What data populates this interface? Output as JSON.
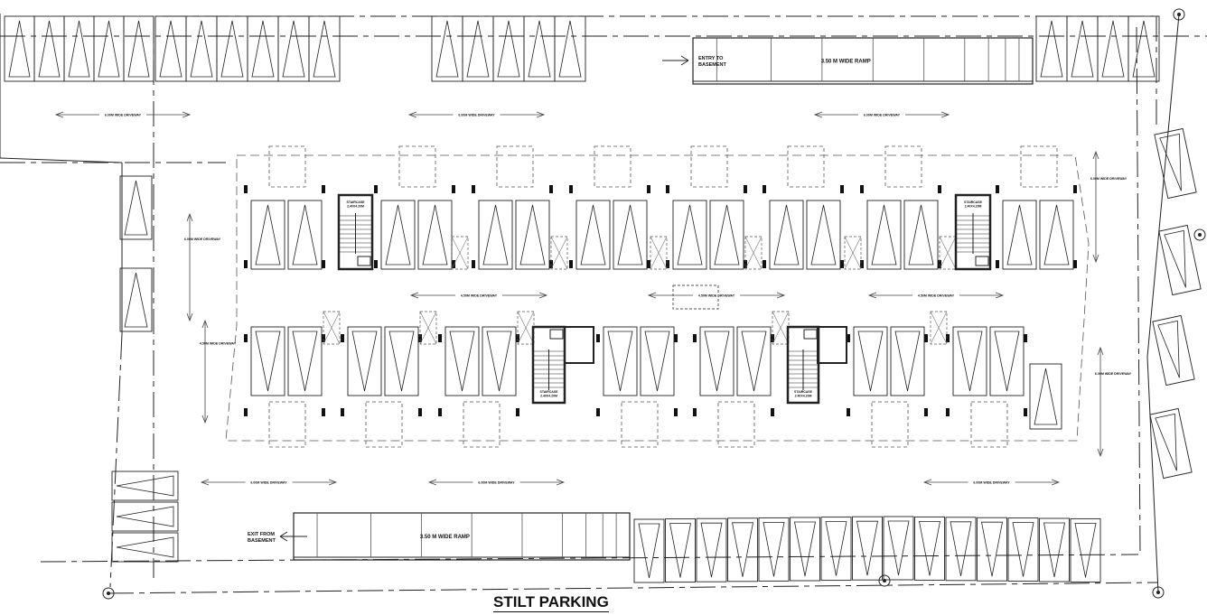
{
  "title": "STILT PARKING",
  "ramps": [
    {
      "label": "3.50 M WIDE RAMP",
      "note": "ENTRY TO BASEMENT"
    },
    {
      "label": "3.50 M WIDE RAMP",
      "note": "EXIT FROM BASEMENT"
    }
  ],
  "driveways": {
    "outer": "6.00M WIDE DRIVEWAY",
    "inner": "4.50M WIDE DRIVEWAY"
  },
  "staircase_label": "STAIRCASE 2.40X4.20M",
  "colors": {
    "line": "#222222",
    "column": "#111111",
    "background": "#ffffff"
  }
}
